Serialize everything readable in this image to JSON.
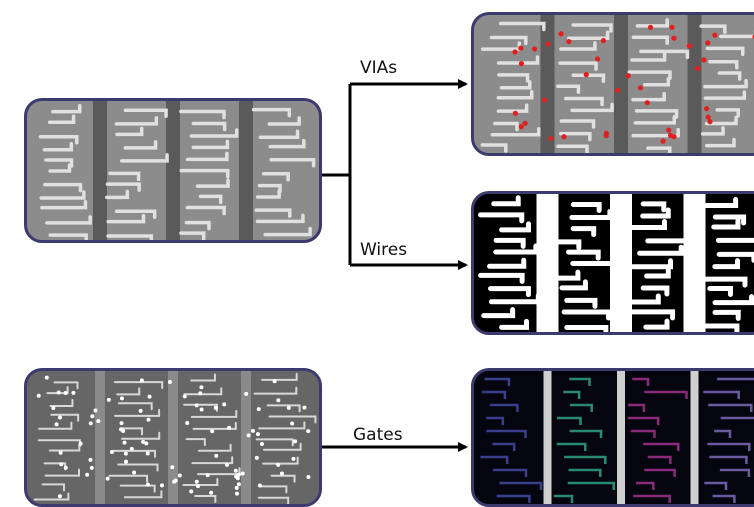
{
  "labels": {
    "vias": "VIAs",
    "wires": "Wires",
    "gates": "Gates"
  },
  "colors": {
    "panel_border": "#3c3a6e",
    "arrow": "#000000",
    "via_marker": "#e02020",
    "gate_segments": [
      "#3a3f8c",
      "#2a8a70",
      "#8a2a7a",
      "#6a5aa0"
    ]
  },
  "panels": [
    {
      "id": "input-metal-image",
      "style": "sem-gray"
    },
    {
      "id": "vias-output-image",
      "style": "sem-gray-with-red-vias"
    },
    {
      "id": "wires-output-image",
      "style": "binary-mask"
    },
    {
      "id": "input-gates-image",
      "style": "sem-gray-dots"
    },
    {
      "id": "gates-output-image",
      "style": "colored-segments"
    }
  ]
}
